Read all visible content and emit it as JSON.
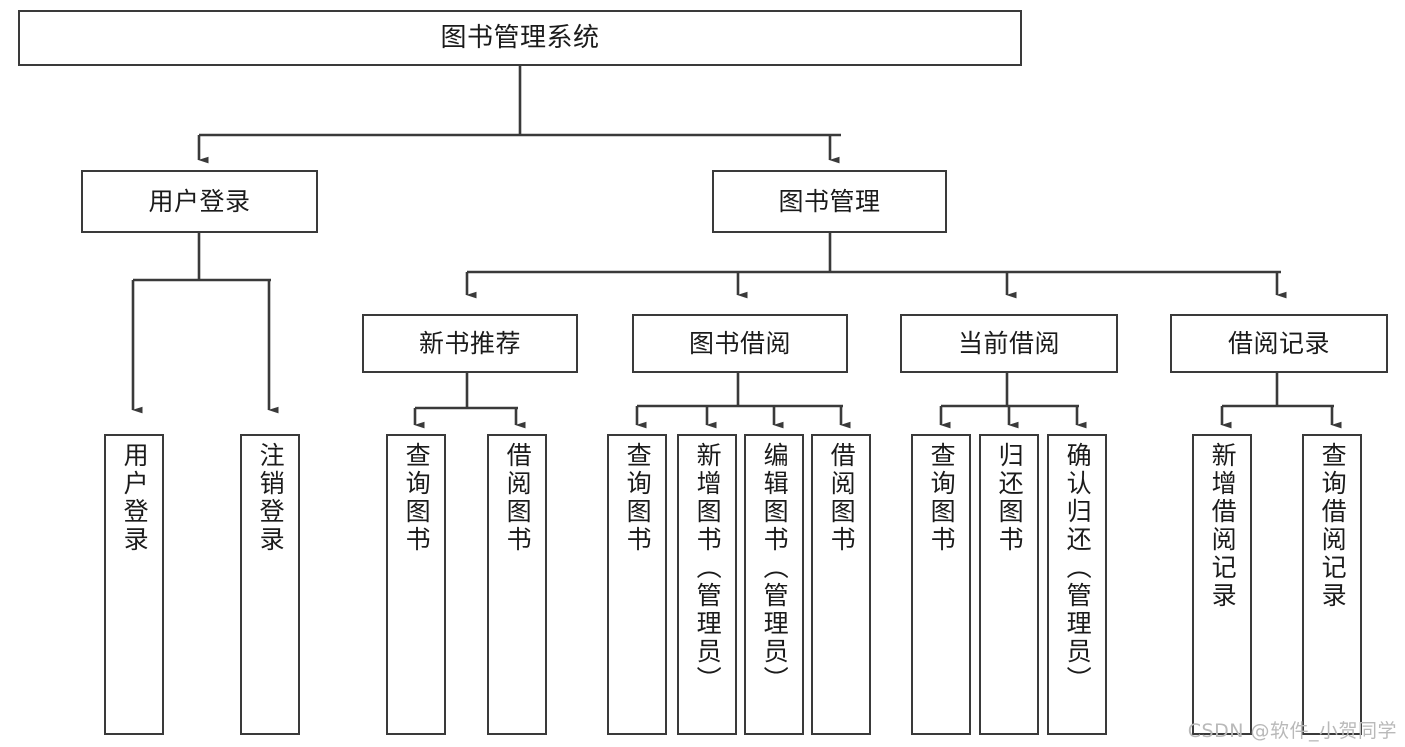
{
  "diagram": {
    "type": "tree-hierarchy",
    "title": "图书管理系统",
    "watermark": "CSDN @软件_小贺同学",
    "colors": {
      "stroke": "#3a3a3a",
      "fill": "#ffffff",
      "text": "#1b1b1b",
      "watermark": "#b9b9b9"
    },
    "nodes": {
      "root": {
        "label": "图书管理系统",
        "orientation": "horizontal"
      },
      "level2": [
        {
          "id": "user-login",
          "label": "用户登录",
          "orientation": "horizontal"
        },
        {
          "id": "book-manage",
          "label": "图书管理",
          "orientation": "horizontal"
        }
      ],
      "level3": [
        {
          "id": "new-book-recommend",
          "label": "新书推荐",
          "orientation": "horizontal"
        },
        {
          "id": "book-borrow",
          "label": "图书借阅",
          "orientation": "horizontal"
        },
        {
          "id": "current-borrow",
          "label": "当前借阅",
          "orientation": "horizontal"
        },
        {
          "id": "borrow-record",
          "label": "借阅记录",
          "orientation": "horizontal"
        }
      ],
      "leaves": {
        "user-login": [
          {
            "id": "leaf-user-login",
            "label": "用户登录",
            "orientation": "vertical"
          },
          {
            "id": "leaf-logout-login",
            "label": "注销登录",
            "orientation": "vertical"
          }
        ],
        "new-book-recommend": [
          {
            "id": "leaf-query-book-1",
            "label": "查询图书",
            "orientation": "vertical"
          },
          {
            "id": "leaf-borrow-book-1",
            "label": "借阅图书",
            "orientation": "vertical"
          }
        ],
        "book-borrow": [
          {
            "id": "leaf-query-book-2",
            "label": "查询图书",
            "orientation": "vertical"
          },
          {
            "id": "leaf-add-book-admin",
            "label": "新增图书（管理员）",
            "orientation": "vertical"
          },
          {
            "id": "leaf-edit-book-admin",
            "label": "编辑图书（管理员）",
            "orientation": "vertical"
          },
          {
            "id": "leaf-borrow-book-2",
            "label": "借阅图书",
            "orientation": "vertical"
          }
        ],
        "current-borrow": [
          {
            "id": "leaf-query-book-3",
            "label": "查询图书",
            "orientation": "vertical"
          },
          {
            "id": "leaf-return-book",
            "label": "归还图书",
            "orientation": "vertical"
          },
          {
            "id": "leaf-confirm-return-admin",
            "label": "确认归还（管理员）",
            "orientation": "vertical"
          }
        ],
        "borrow-record": [
          {
            "id": "leaf-add-borrow-record",
            "label": "新增借阅记录",
            "orientation": "vertical"
          },
          {
            "id": "leaf-query-borrow-record",
            "label": "查询借阅记录",
            "orientation": "vertical"
          }
        ]
      }
    }
  }
}
